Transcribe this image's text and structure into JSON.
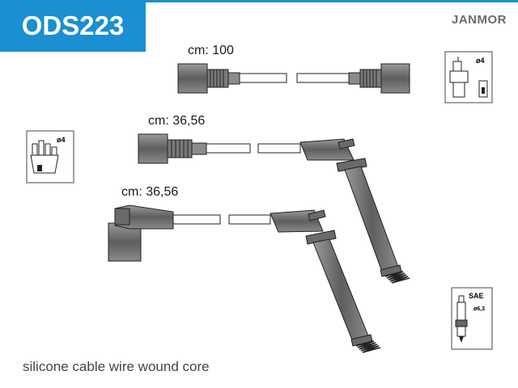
{
  "header": {
    "part_code": "ODS223",
    "brand": "JANMOR"
  },
  "cables": [
    {
      "length_label": "cm: 100"
    },
    {
      "length_label": "cm: 36,56"
    },
    {
      "length_label": "cm: 36,56"
    }
  ],
  "icons": {
    "coil": {
      "name": "ignition-coil-icon",
      "label": "ø4"
    },
    "distributor": {
      "name": "distributor-cap-icon",
      "label": "ø4"
    },
    "spark_plug": {
      "name": "spark-plug-icon",
      "label_top": "SAE",
      "label_side": "ø6,3"
    }
  },
  "footer": {
    "text": "silicone cable wire wound core"
  }
}
